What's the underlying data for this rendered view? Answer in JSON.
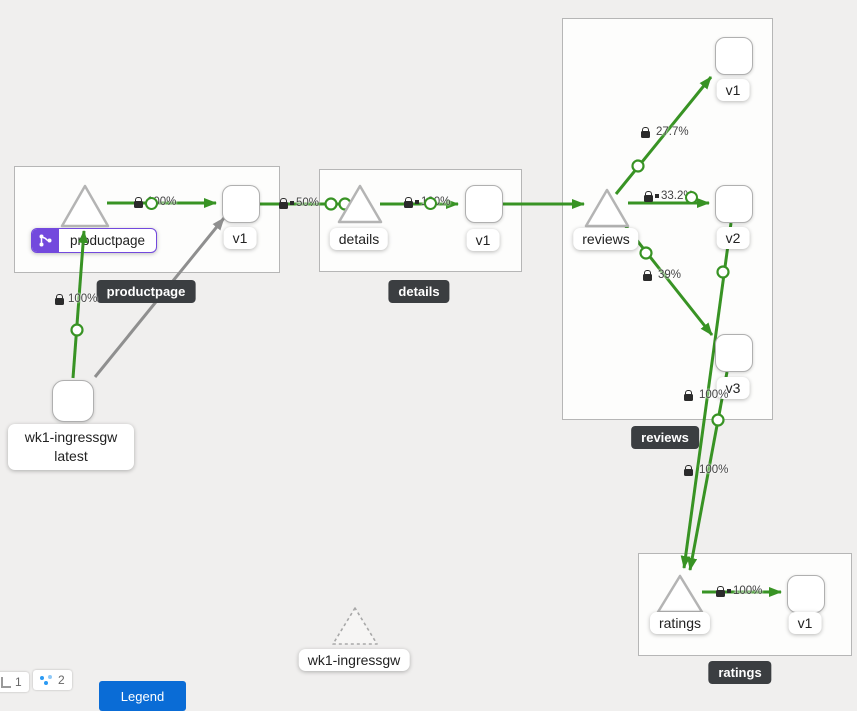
{
  "colors": {
    "edge_green": "#389324",
    "edge_gray": "#8f8f8f",
    "tooltip_bg": "#3b3e41",
    "badge_purple": "#7349dd",
    "legend_blue": "#0a6cd6"
  },
  "nodes": {
    "productpage_service": {
      "label": "productpage"
    },
    "productpage_v1": {
      "label": "v1"
    },
    "details_service": {
      "label": "details"
    },
    "details_v1": {
      "label": "v1"
    },
    "reviews_service": {
      "label": "reviews"
    },
    "reviews_v1": {
      "label": "v1"
    },
    "reviews_v2": {
      "label": "v2"
    },
    "reviews_v3": {
      "label": "v3"
    },
    "ratings_service": {
      "label": "ratings"
    },
    "ratings_v1": {
      "label": "v1"
    },
    "ingress_workload": {
      "label": "wk1-ingressgw latest"
    },
    "idle_service": {
      "label": "wk1-ingressgw"
    }
  },
  "edge_labels": {
    "ingress_to_productpage": "100%",
    "productpage_to_v1": "100%",
    "v1_to_details": "50%",
    "details_to_v1": "100%",
    "reviews_to_v1": "27.7%",
    "reviews_to_v2": "33.2%",
    "reviews_to_v3": "39%",
    "v2_to_ratings": "100%",
    "v3_to_ratings": "100%",
    "ratings_to_v1": "100%"
  },
  "tooltips": {
    "productpage": "productpage",
    "details": "details",
    "reviews": "reviews",
    "ratings": "ratings"
  },
  "footer": {
    "chip1": "1",
    "chip2": "2",
    "legend_button": "Legend"
  }
}
